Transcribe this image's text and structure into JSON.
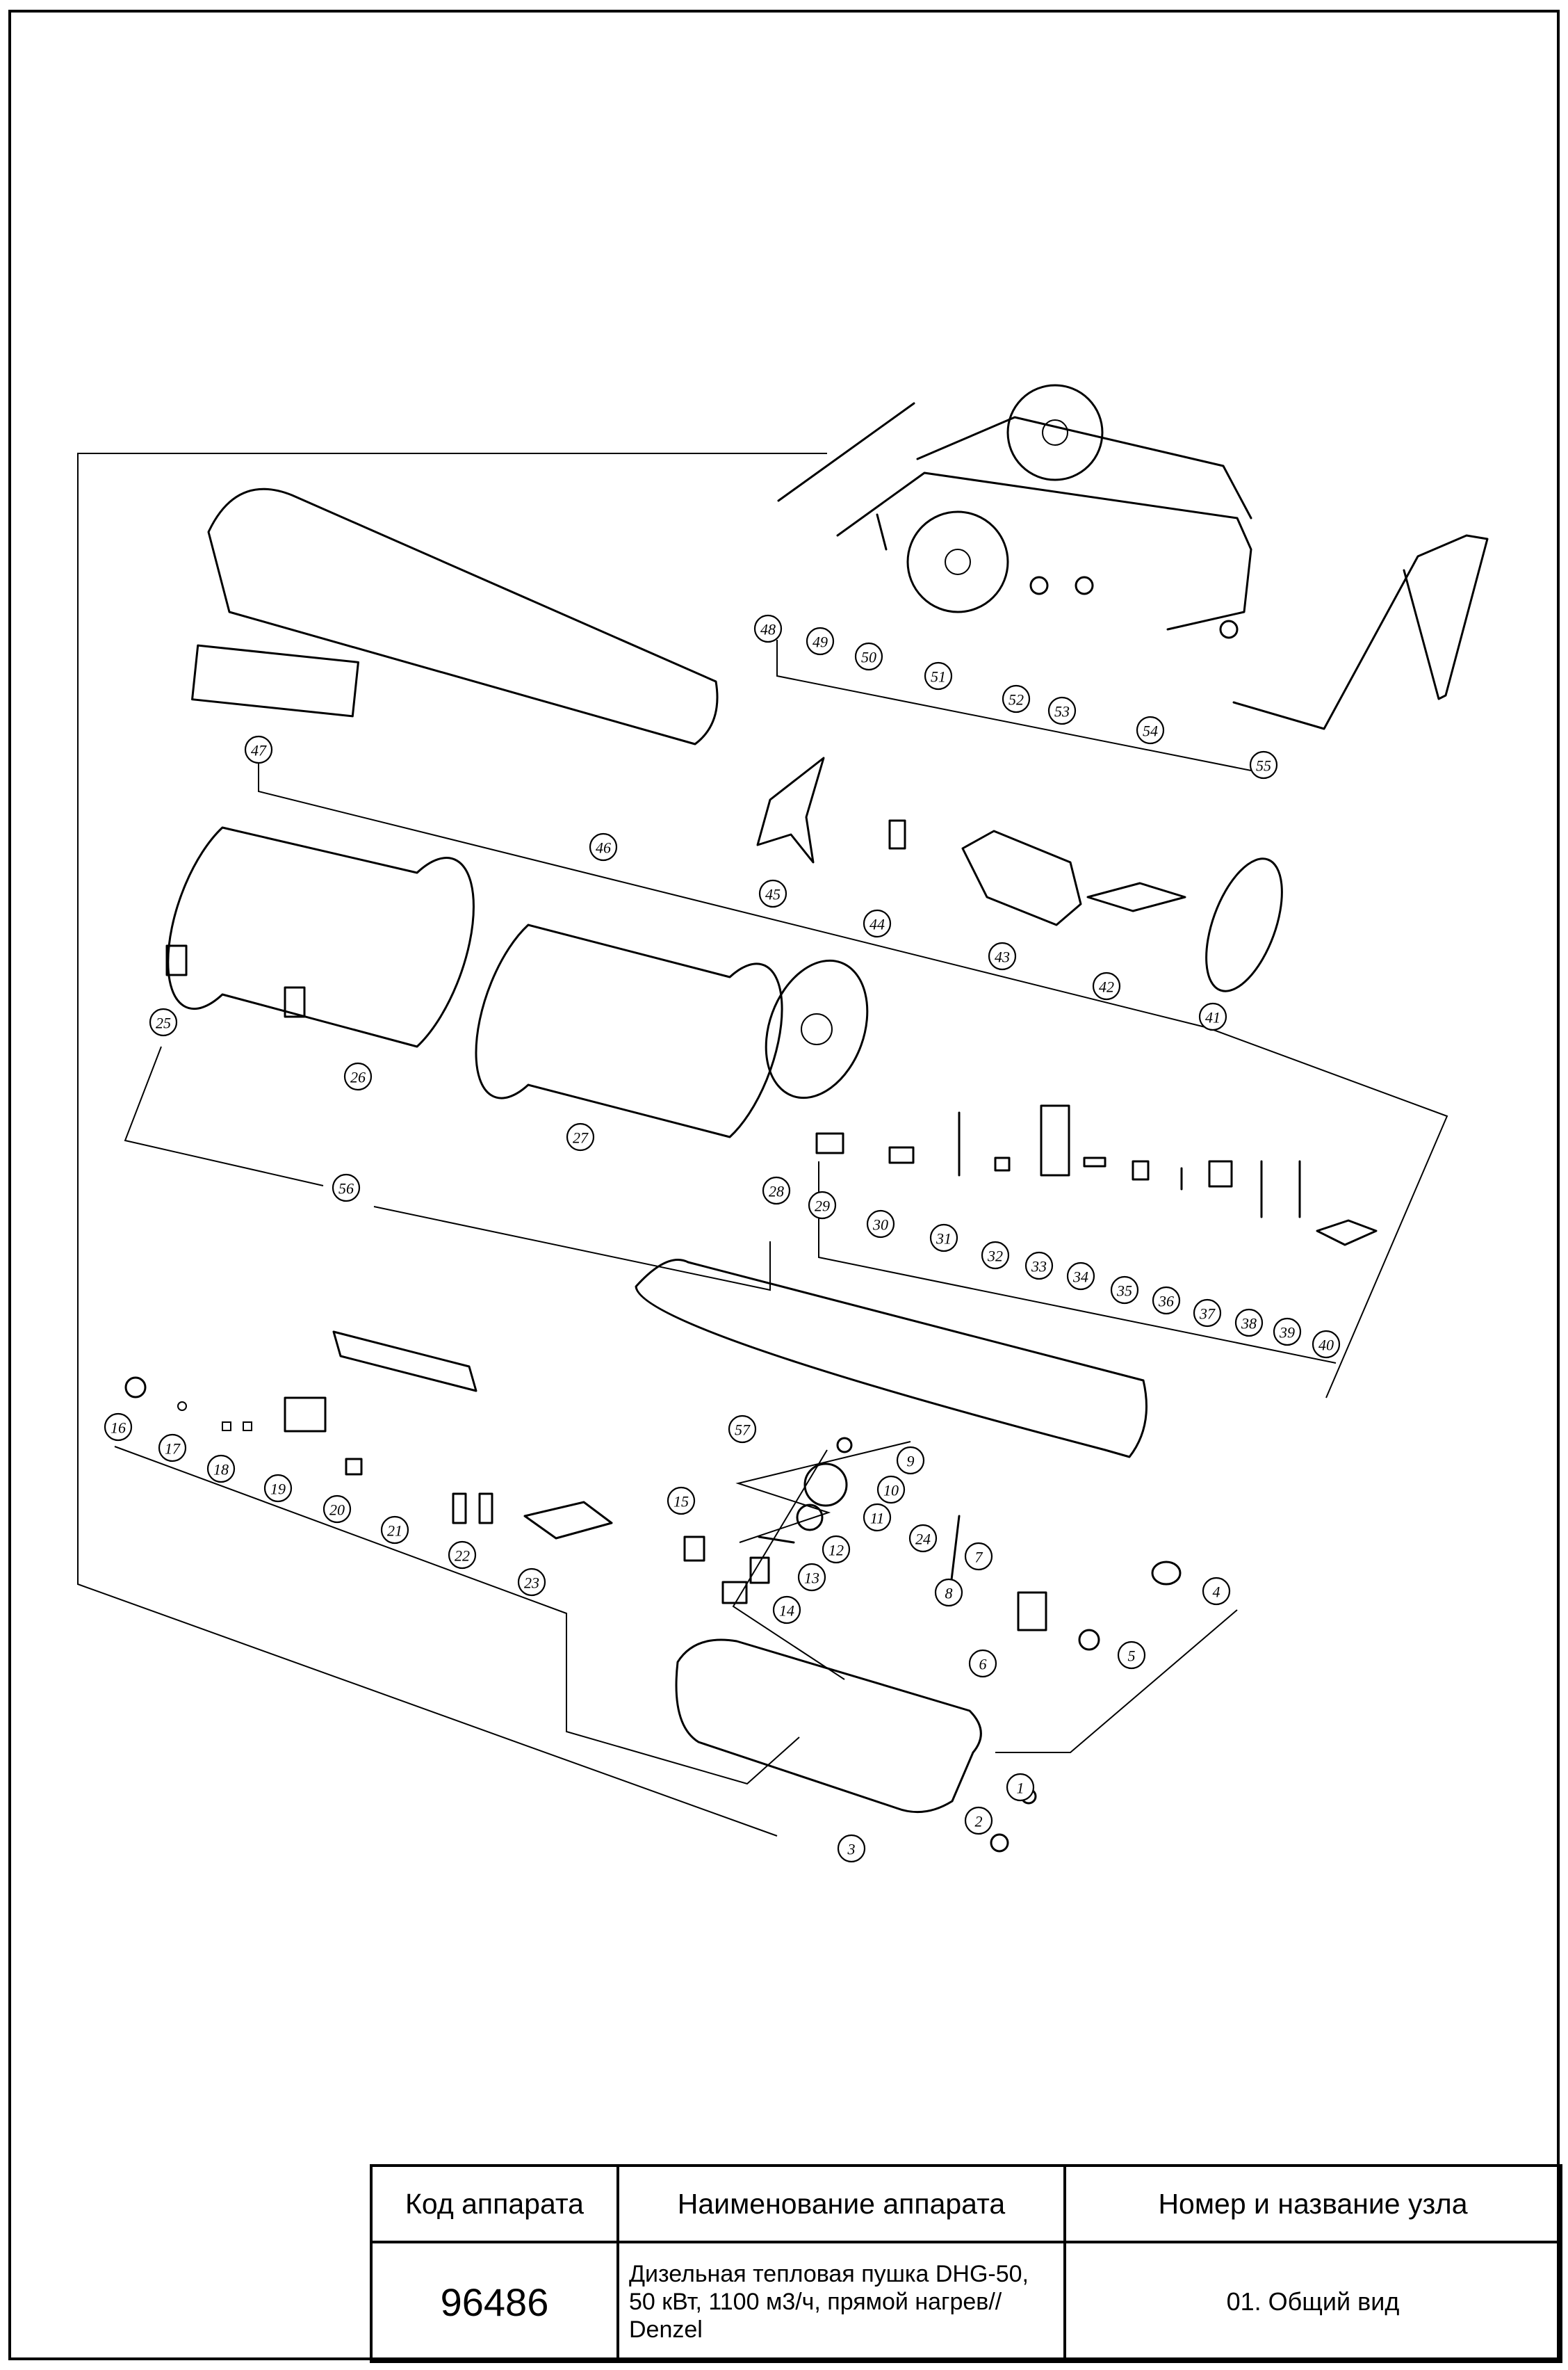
{
  "diagram": {
    "callout_labels": [
      "1",
      "2",
      "3",
      "4",
      "5",
      "6",
      "7",
      "8",
      "9",
      "10",
      "11",
      "12",
      "13",
      "14",
      "15",
      "16",
      "17",
      "18",
      "19",
      "20",
      "21",
      "22",
      "23",
      "24",
      "25",
      "26",
      "27",
      "28",
      "29",
      "30",
      "31",
      "32",
      "33",
      "34",
      "35",
      "36",
      "37",
      "38",
      "39",
      "40",
      "41",
      "42",
      "43",
      "44",
      "45",
      "46",
      "47",
      "48",
      "49",
      "50",
      "51",
      "52",
      "53",
      "54",
      "55",
      "56",
      "57"
    ]
  },
  "title_block": {
    "headers": {
      "code": "Код аппарата",
      "name": "Наименование аппарата",
      "node": "Номер и название узла"
    },
    "values": {
      "code": "96486",
      "name": "Дизельная тепловая пушка DHG-50, 50 кВт, 1100 м3/ч, прямой нагрев// Denzel",
      "node": "01. Общий вид"
    }
  }
}
